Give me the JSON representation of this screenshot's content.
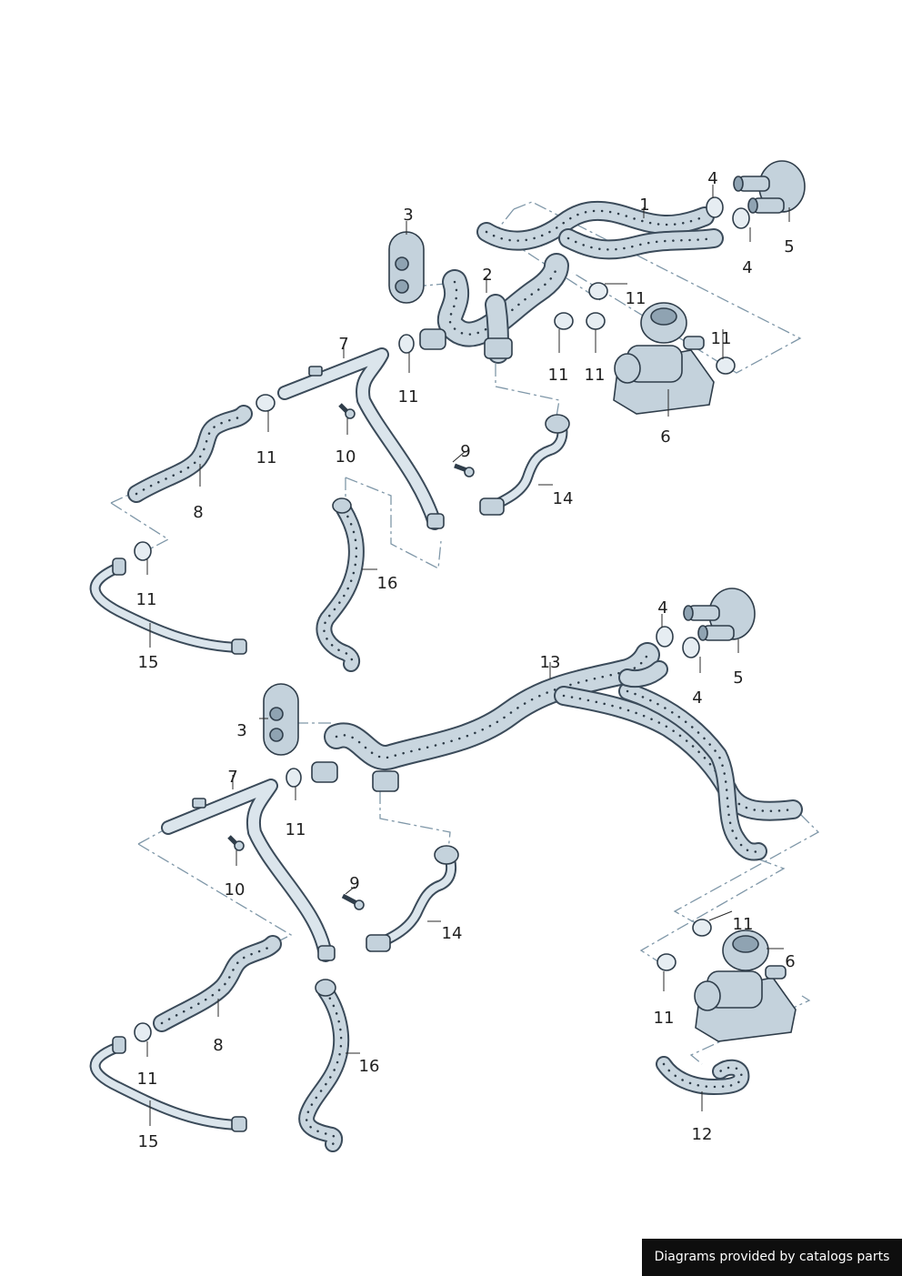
{
  "credit": "Diagrams provided by catalogs parts",
  "callouts": {
    "upper": {
      "c1": "1",
      "c2": "2",
      "c3": "3",
      "c4a": "4",
      "c4b": "4",
      "c5": "5",
      "c6": "6",
      "c7": "7",
      "c8": "8",
      "c9": "9",
      "c10": "10",
      "c11a": "11",
      "c11b": "11",
      "c11c": "11",
      "c11d": "11",
      "c11e": "11",
      "c11f": "11",
      "c11g": "11",
      "c14": "14",
      "c15": "15",
      "c16": "16"
    },
    "lower": {
      "c3": "3",
      "c4a": "4",
      "c4b": "4",
      "c5": "5",
      "c6": "6",
      "c7": "7",
      "c8": "8",
      "c9": "9",
      "c10": "10",
      "c11a": "11",
      "c11b": "11",
      "c11c": "11",
      "c11d": "11",
      "c12": "12",
      "c13": "13",
      "c14": "14",
      "c15": "15",
      "c16": "16"
    }
  },
  "colors": {
    "hose": "#c9d6df",
    "outline": "#2f3d4a",
    "dashline": "#7f97a8",
    "credit_bg": "#0e0e0e"
  }
}
